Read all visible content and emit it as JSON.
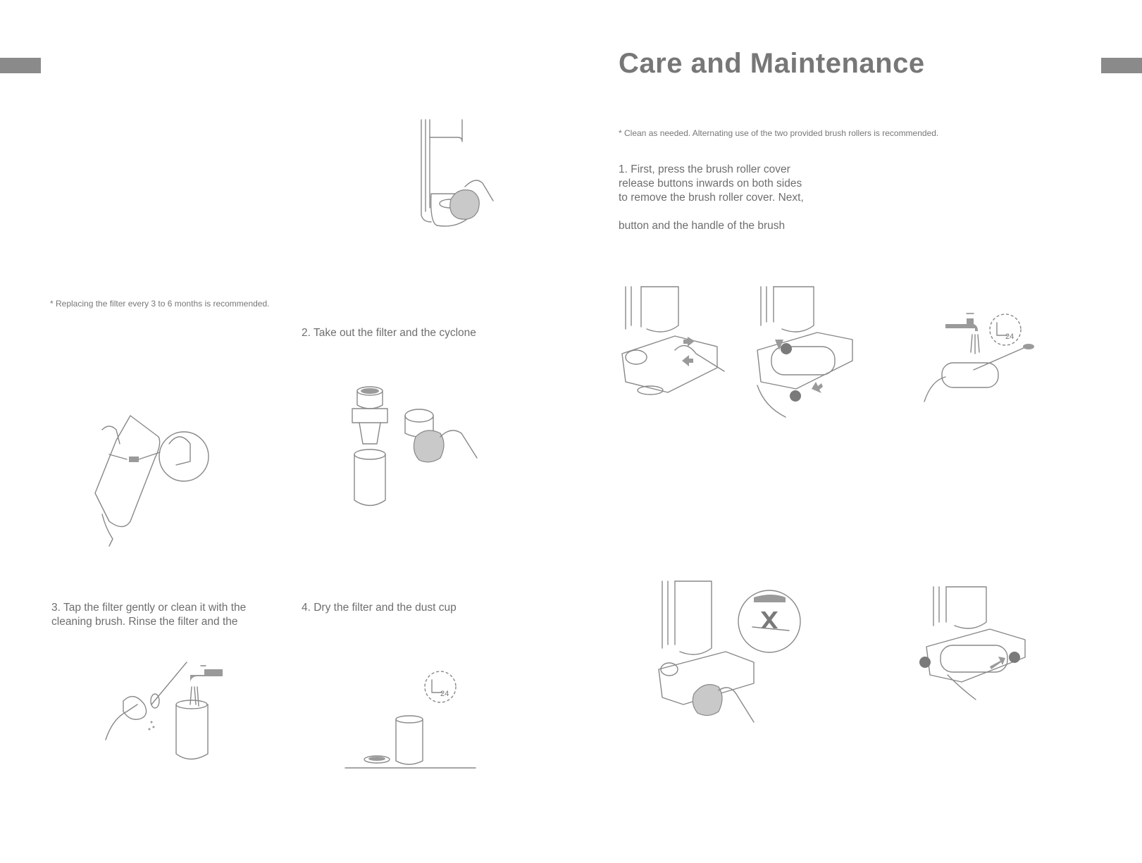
{
  "right_page": {
    "title": "Care and Maintenance",
    "note": "* Clean as needed. Alternating use of the two provided brush rollers is recommended.",
    "step1": [
      "1. First, press the brush roller cover",
      "release buttons inwards on both sides",
      "to remove the brush roller cover. Next,",
      "",
      "button and the handle of the brush"
    ]
  },
  "left_page": {
    "note": "* Replacing the filter every 3 to 6 months is recommended.",
    "step2": "2. Take out the filter and the cyclone",
    "step3": [
      "3. Tap the filter gently or clean it with the",
      "cleaning brush. Rinse the filter and the"
    ],
    "step4": "4. Dry the filter and the dust cup"
  },
  "icons": {
    "timer_label": "24"
  }
}
